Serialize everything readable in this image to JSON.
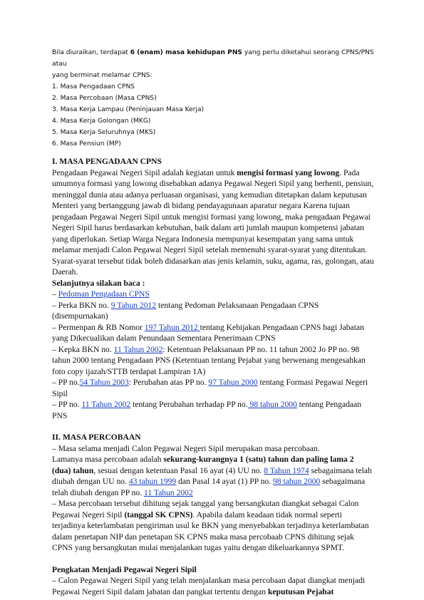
{
  "intro": {
    "l1a": "Bila diuraikan, terdapat ",
    "l1b": "6 (enam) masa kehidupan PNS",
    "l1c": " yang perlu diketahui seorang CPNS/PNS atau",
    "l2": "yang berminat melamar CPNS:",
    "items": [
      "1. Masa Pengadaan CPNS",
      "2. Masa Percobaan (Masa CPNS)",
      "3. Masa Kerja Lampau (Peninjauan Masa Kerja)",
      "4. Masa Kerja Golongan (MKG)",
      "5. Masa Kerja Seluruhnya (MKS)",
      "6. Masa Pensiun (MP)"
    ]
  },
  "s1": {
    "heading": "I. MASA PENGADAAN CPNS",
    "p1a": "Pengadaan Pegawai Negeri Sipil adalah kegiatan untuk ",
    "p1b": "mengisi formasi yang lowong",
    "p1c": ". Pada umumnya formasi yang lowong disebabkan adanya Pegawai Negeri Sipil yang berhenti, pensiun, meninggal dunia atau adanya perluasan organisasi, yang kemudian ditetapkan dalam keputusan Menteri yang bertanggung jawab di bidang pendayagunaan aparatur negara Karena tujuan pengadaan Pegawai Negeri Sipil untuk mengisi formasi yang lowong, maka pengadaan Pegawai Negeri Sipil harus berdasarkan kebutuhan, baik dalam arti jumlah maupun kompetensi jabatan yang diperlukan. Setiap Warga Negara Indonesia mempunyai kesempatan yang sama untuk melamar menjadi Calon Pegawai Negeri Sipil setelah memenuhi syarat-syarat yang ditentukan. Syarat-syarat tersebut tidak boleh didasarkan atas jenis kelamin, suku, agama, ras, golongan, atau Daerah.",
    "read": "Selanjutnya silakan baca :",
    "r1_pre": "– ",
    "r1_link": "Pedoman Pengadaan CPNS",
    "r2_pre": "– Perka BKN no. ",
    "r2_link": "9 Tahun 2012",
    "r2_post": " tentang Pedoman Pelaksanaan Pengadaan CPNS (disempurnakan)",
    "r3_pre": "– Permenpan & RB Nomor ",
    "r3_link": "197 Tahun 2012 ",
    "r3_post": "tentang Kebijakan Pengadaan CPNS bagi Jabatan yang Dikecualikan dalam Penundaan Sementara Penerimaan CPNS",
    "r4_pre": "–  Kepka BKN no. ",
    "r4_link": "11 Tahun 2002",
    "r4_post": ": Ketentuan Pelaksanaan PP no. 11 tahun 2002 Jo PP no. 98 tahun 2000 tentang  Pengadaan PNS (Ketentuan tentang Pejabat yang berwenang mengesahkan foto copy ijazah/STTB terdapat Lampiran 1A)",
    "r5_pre": "– PP no.",
    "r5_link": "54 Tahun 2003",
    "r5_mid": ": Perubahan atas PP no. ",
    "r5_link2": "97 Tahun 2000",
    "r5_post": " tentang Formasi Pegawai Negeri Sipil",
    "r6_pre": "– PP no. ",
    "r6_link": "11 Tahun 2002",
    "r6_mid": " tentang Perubahan terhadap PP no.",
    "r6_link2": " 98 tahun 2000",
    "r6_post": " tentang Pengadaan PNS"
  },
  "s2": {
    "heading": "II. MASA PERCOBAAN",
    "l1": "– Masa selama menjadi Calon Pegawai Negeri Sipil merupakan masa percobaan.",
    "l2a": "Lamanya masa percobaan adalah ",
    "l2b": "sekurang-kurangnya 1 (satu) tahun dan paling lama 2 (dua) tahun",
    "l2c": ", sesuai dengan ketentuan Pasal 16 ayat (4) UU no. ",
    "l2link1": "8 Tahun 1974",
    "l2d": " sebagaimana telah diubah dengan UU no. ",
    "l2link2": "43 tahun 1999",
    "l2e": " dan Pasal 14 ayat (1) PP no. ",
    "l2link3": "98 tahun 2000",
    "l2f": " sebagaimana telah diubah dengan PP no. ",
    "l2link4": "11 Tahun 2002",
    "l3a": "– Masa percobaan tersebut dihitung sejak tanggal yang bersangkutan diangkat sebagai Calon Pegawai Negeri Sipil ",
    "l3b": "(tanggal SK CPNS)",
    "l3c": ".  Apabila dalam keadaan tidak normal seperti terjadinya keterlambatan pengiriman usul ke BKN yang menyebabkan terjadinya keterlambatan dalam penetapan NIP dan penetapan SK CPNS maka masa percobaab CPNS dihitung sejak CPNS yang bersangkutan mulai menjalankan tugas yaitu dengan dikeluarkannya SPMT."
  },
  "s3": {
    "heading": "Pengkatan Menjadi Pegawai Negeri Sipil",
    "l1a": "– Calon Pegawai Negeri Sipil yang telah menjalankan masa percobaan dapat diangkat menjadi Pegawai Negeri Sipil dalam jabatan dan pangkat tertentu dengan ",
    "l1b": "keputusan Pejabat"
  }
}
